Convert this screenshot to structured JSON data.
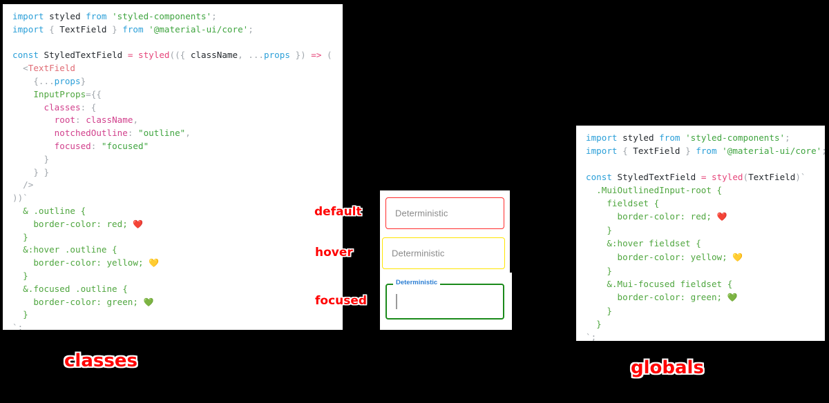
{
  "left_panel": {
    "caption": "classes",
    "code_lines": [
      [
        {
          "t": "import ",
          "c": "kw"
        },
        {
          "t": "styled",
          "c": "pl"
        },
        {
          "t": " from ",
          "c": "kw"
        },
        {
          "t": "'styled-components'",
          "c": "str"
        },
        {
          "t": ";",
          "c": "punc"
        }
      ],
      [
        {
          "t": "import ",
          "c": "kw"
        },
        {
          "t": "{ ",
          "c": "punc"
        },
        {
          "t": "TextField",
          "c": "pl"
        },
        {
          "t": " }",
          "c": "punc"
        },
        {
          "t": " from ",
          "c": "kw"
        },
        {
          "t": "'@material-ui/core'",
          "c": "str"
        },
        {
          "t": ";",
          "c": "punc"
        }
      ],
      [],
      [
        {
          "t": "const ",
          "c": "kw"
        },
        {
          "t": "StyledTextField",
          "c": "pl"
        },
        {
          "t": " = ",
          "c": "op"
        },
        {
          "t": "styled",
          "c": "fn"
        },
        {
          "t": "((",
          "c": "punc"
        },
        {
          "t": "{ ",
          "c": "punc"
        },
        {
          "t": "className",
          "c": "pl"
        },
        {
          "t": ", ",
          "c": "punc"
        },
        {
          "t": "...",
          "c": "punc"
        },
        {
          "t": "props",
          "c": "spread"
        },
        {
          "t": " })",
          "c": "punc"
        },
        {
          "t": " => ",
          "c": "op"
        },
        {
          "t": "(",
          "c": "punc"
        }
      ],
      [
        {
          "t": "  <",
          "c": "punc"
        },
        {
          "t": "TextField",
          "c": "tag"
        }
      ],
      [
        {
          "t": "    {",
          "c": "punc"
        },
        {
          "t": "...",
          "c": "punc"
        },
        {
          "t": "props",
          "c": "spread"
        },
        {
          "t": "}",
          "c": "punc"
        }
      ],
      [
        {
          "t": "    ",
          "c": "pl"
        },
        {
          "t": "InputProps",
          "c": "sel"
        },
        {
          "t": "={{",
          "c": "punc"
        }
      ],
      [
        {
          "t": "      ",
          "c": "pl"
        },
        {
          "t": "classes",
          "c": "prop"
        },
        {
          "t": ": {",
          "c": "punc"
        }
      ],
      [
        {
          "t": "        ",
          "c": "pl"
        },
        {
          "t": "root",
          "c": "prop"
        },
        {
          "t": ": ",
          "c": "punc"
        },
        {
          "t": "className",
          "c": "prop"
        },
        {
          "t": ",",
          "c": "punc"
        }
      ],
      [
        {
          "t": "        ",
          "c": "pl"
        },
        {
          "t": "notchedOutline",
          "c": "prop"
        },
        {
          "t": ": ",
          "c": "punc"
        },
        {
          "t": "\"outline\"",
          "c": "str"
        },
        {
          "t": ",",
          "c": "punc"
        }
      ],
      [
        {
          "t": "        ",
          "c": "pl"
        },
        {
          "t": "focused",
          "c": "prop"
        },
        {
          "t": ": ",
          "c": "punc"
        },
        {
          "t": "\"focused\"",
          "c": "str"
        }
      ],
      [
        {
          "t": "      }",
          "c": "punc"
        }
      ],
      [
        {
          "t": "    } }",
          "c": "punc"
        }
      ],
      [
        {
          "t": "  />",
          "c": "punc"
        }
      ],
      [
        {
          "t": "))`",
          "c": "punc"
        }
      ],
      [
        {
          "t": "  & .outline {",
          "c": "sel"
        }
      ],
      [
        {
          "t": "    border-color: red; ",
          "c": "sel"
        },
        {
          "t": "❤️",
          "c": "emoji"
        }
      ],
      [
        {
          "t": "  }",
          "c": "sel"
        }
      ],
      [
        {
          "t": "  &:hover .outline {",
          "c": "sel"
        }
      ],
      [
        {
          "t": "    border-color: yellow; ",
          "c": "sel"
        },
        {
          "t": "💛",
          "c": "emoji"
        }
      ],
      [
        {
          "t": "  }",
          "c": "sel"
        }
      ],
      [
        {
          "t": "  &.focused .outline {",
          "c": "sel"
        }
      ],
      [
        {
          "t": "    border-color: green; ",
          "c": "sel"
        },
        {
          "t": "💚",
          "c": "emoji"
        }
      ],
      [
        {
          "t": "  }",
          "c": "sel"
        }
      ],
      [
        {
          "t": "`;",
          "c": "punc"
        }
      ]
    ]
  },
  "right_panel": {
    "caption": "globals",
    "code_lines": [
      [
        {
          "t": "import ",
          "c": "kw"
        },
        {
          "t": "styled",
          "c": "pl"
        },
        {
          "t": " from ",
          "c": "kw"
        },
        {
          "t": "'styled-components'",
          "c": "str"
        },
        {
          "t": ";",
          "c": "punc"
        }
      ],
      [
        {
          "t": "import ",
          "c": "kw"
        },
        {
          "t": "{ ",
          "c": "punc"
        },
        {
          "t": "TextField",
          "c": "pl"
        },
        {
          "t": " }",
          "c": "punc"
        },
        {
          "t": " from ",
          "c": "kw"
        },
        {
          "t": "'@material-ui/core'",
          "c": "str"
        },
        {
          "t": ";",
          "c": "punc"
        }
      ],
      [],
      [
        {
          "t": "const ",
          "c": "kw"
        },
        {
          "t": "StyledTextField",
          "c": "pl"
        },
        {
          "t": " = ",
          "c": "op"
        },
        {
          "t": "styled",
          "c": "fn"
        },
        {
          "t": "(",
          "c": "punc"
        },
        {
          "t": "TextField",
          "c": "pl"
        },
        {
          "t": ")`",
          "c": "punc"
        }
      ],
      [
        {
          "t": "  .MuiOutlinedInput-root {",
          "c": "sel"
        }
      ],
      [
        {
          "t": "    fieldset {",
          "c": "sel"
        }
      ],
      [
        {
          "t": "      border-color: red; ",
          "c": "sel"
        },
        {
          "t": "❤️",
          "c": "emoji"
        }
      ],
      [
        {
          "t": "    }",
          "c": "sel"
        }
      ],
      [
        {
          "t": "    &:hover fieldset {",
          "c": "sel"
        }
      ],
      [
        {
          "t": "      border-color: yellow; ",
          "c": "sel"
        },
        {
          "t": "💛",
          "c": "emoji"
        }
      ],
      [
        {
          "t": "    }",
          "c": "sel"
        }
      ],
      [
        {
          "t": "    &.Mui-focused fieldset {",
          "c": "sel"
        }
      ],
      [
        {
          "t": "      border-color: green; ",
          "c": "sel"
        },
        {
          "t": "💚",
          "c": "emoji"
        }
      ],
      [
        {
          "t": "    }",
          "c": "sel"
        }
      ],
      [
        {
          "t": "  }",
          "c": "sel"
        }
      ],
      [
        {
          "t": "`;",
          "c": "punc"
        }
      ]
    ]
  },
  "demo": {
    "annotations": {
      "default": "default",
      "hover": "hover",
      "focused": "focused"
    },
    "fields": {
      "default": {
        "label": "Deterministic",
        "border_color": "#ff2a2a"
      },
      "hover": {
        "label": "Deterministic",
        "border_color": "#ffe500"
      },
      "focused": {
        "label": "Deterministic",
        "value": "",
        "border_color": "#1a8a1a",
        "label_color": "#2d7fd3"
      }
    }
  },
  "colors": {
    "background": "#000000",
    "panel": "#ffffff",
    "annotation": "#ff0000",
    "red": "#ff2a2a",
    "yellow": "#ffe500",
    "green": "#1a8a1a",
    "blue": "#2d7fd3"
  }
}
